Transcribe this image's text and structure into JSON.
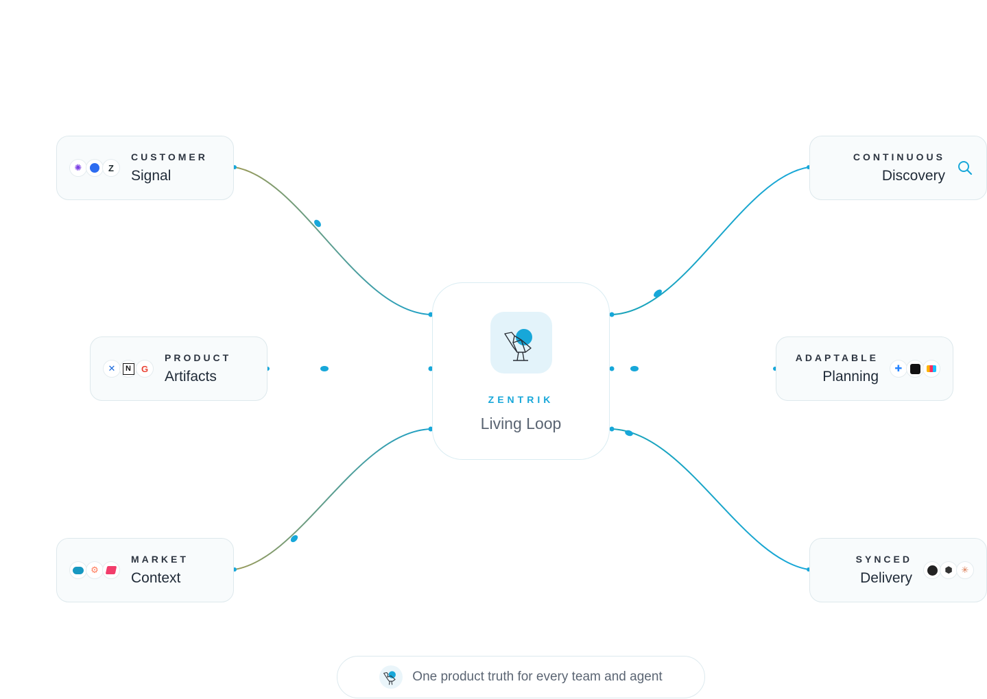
{
  "diagram": {
    "center": {
      "brand": "ZENTRIK",
      "title": "Living Loop",
      "logo_icon": "heron-logo-icon"
    },
    "nodes": {
      "signal": {
        "eyebrow": "CUSTOMER",
        "title": "Signal",
        "icons": [
          "gong-icon",
          "zoom-icon",
          "zendesk-icon"
        ]
      },
      "artifacts": {
        "eyebrow": "PRODUCT",
        "title": "Artifacts",
        "icons": [
          "confluence-icon",
          "notion-icon",
          "google-icon"
        ]
      },
      "context": {
        "eyebrow": "MARKET",
        "title": "Context",
        "icons": [
          "salesforce-icon",
          "hubspot-icon",
          "stack-icon"
        ]
      },
      "discovery": {
        "eyebrow": "CONTINUOUS",
        "title": "Discovery",
        "icons": [
          "search-icon"
        ]
      },
      "planning": {
        "eyebrow": "ADAPTABLE",
        "title": "Planning",
        "icons": [
          "jira-icon",
          "linear-icon",
          "airtable-icon"
        ]
      },
      "delivery": {
        "eyebrow": "SYNCED",
        "title": "Delivery",
        "icons": [
          "github-icon",
          "cube-icon",
          "sparkle-icon"
        ]
      }
    },
    "footer": {
      "text": "One product truth for every team and agent"
    },
    "colors": {
      "accent": "#17a7d9",
      "connector": "#1aa3b8",
      "connector_warm": "#8a9a5b"
    }
  }
}
